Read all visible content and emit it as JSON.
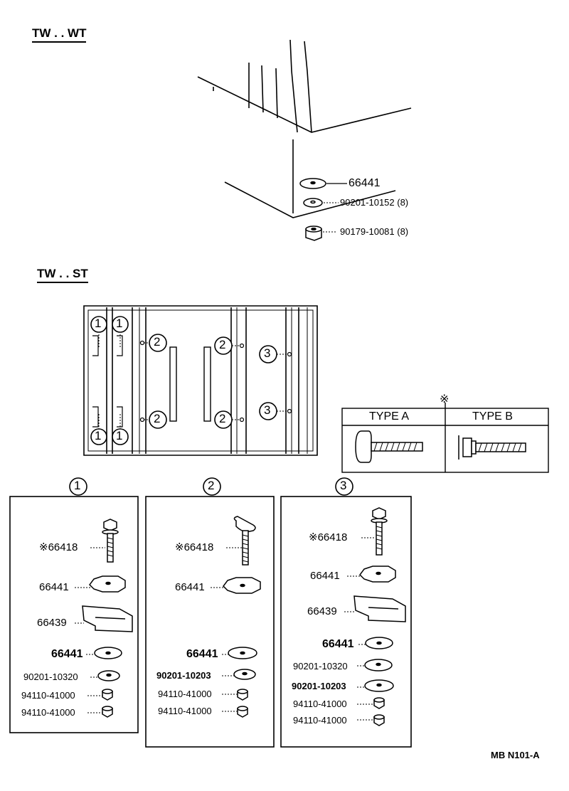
{
  "sections": {
    "wt_title": "TW . . WT",
    "st_title": "TW . . ST"
  },
  "wt_parts": {
    "pad": "66441",
    "washer": "90201-10152 (8)",
    "nut": "90179-10081 (8)"
  },
  "type_table": {
    "note_mark": "※",
    "type_a": "TYPE  A",
    "type_b": "TYPE  B"
  },
  "callout_numbers": {
    "one": "1",
    "two": "2",
    "three": "3"
  },
  "kit1": {
    "bolt": "※66418",
    "pad": "66441",
    "bracket": "66439",
    "washer": "66441",
    "plain_washer": "90201-10320",
    "nut1": "94110-41000",
    "nut2": "94110-41000"
  },
  "kit2": {
    "bolt": "※66418",
    "pad": "66441",
    "washer": "66441",
    "plain_washer": "90201-10203",
    "nut1": "94110-41000",
    "nut2": "94110-41000"
  },
  "kit3": {
    "bolt": "※66418",
    "pad": "66441",
    "bracket": "66439",
    "washer": "66441",
    "plain_washer1": "90201-10320",
    "plain_washer2": "90201-10203",
    "nut1": "94110-41000",
    "nut2": "94110-41000"
  },
  "footer_code": "MB  N101-A"
}
